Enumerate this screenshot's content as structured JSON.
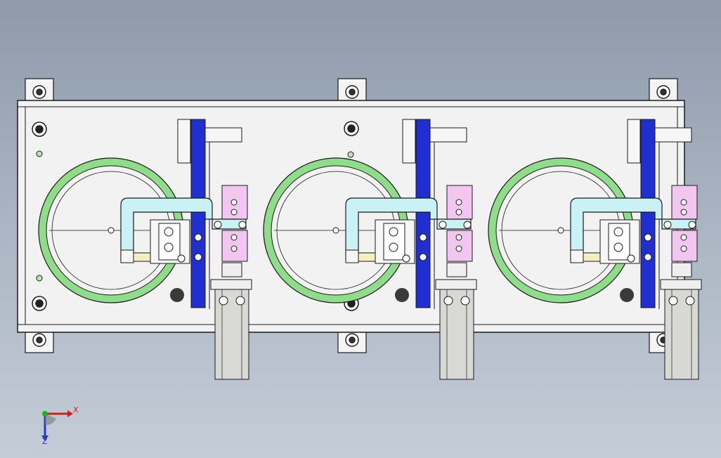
{
  "viewport": {
    "name": "cad-assembly-viewport",
    "background_top": "#8e9aaa",
    "background_bottom": "#c4ccd7"
  },
  "model": {
    "station_count": 3,
    "colors": {
      "plate": "#f2f2f2",
      "edge": "#1a1a1a",
      "ring_green": "#8fdc8a",
      "arm_cyan": "#c8f2f4",
      "cylinder_pink": "#f2c6f0",
      "rail_blue": "#1f2fd0",
      "hole_dark": "#3a3a3a",
      "actuator_gray": "#d8d8d4"
    }
  },
  "triad": {
    "x_label": "X",
    "z_label": "Z",
    "x_color": "#d41a1a",
    "y_color": "#1db31d",
    "z_color": "#2a36c8"
  }
}
